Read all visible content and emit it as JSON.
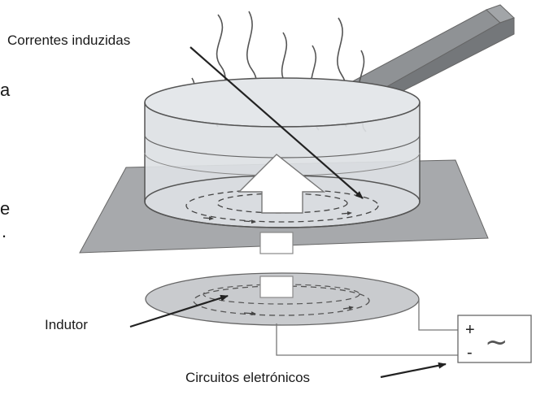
{
  "labels": {
    "induced_currents": "Correntes induzidas",
    "inductor": "Indutor",
    "electronic_circuits": "Circuitos eletrónicos"
  },
  "circuit_symbols": {
    "plus": "+",
    "minus": "-",
    "ac": "~"
  },
  "clipped_text_fragments": [
    "a",
    "e",
    "."
  ],
  "colors": {
    "plate": "#a7a9ac",
    "handle": "#8f9295",
    "pot_glass": "#d9dde0",
    "coil_disc": "#c9cbce",
    "outline": "#555555",
    "arrow_line": "#333333"
  }
}
